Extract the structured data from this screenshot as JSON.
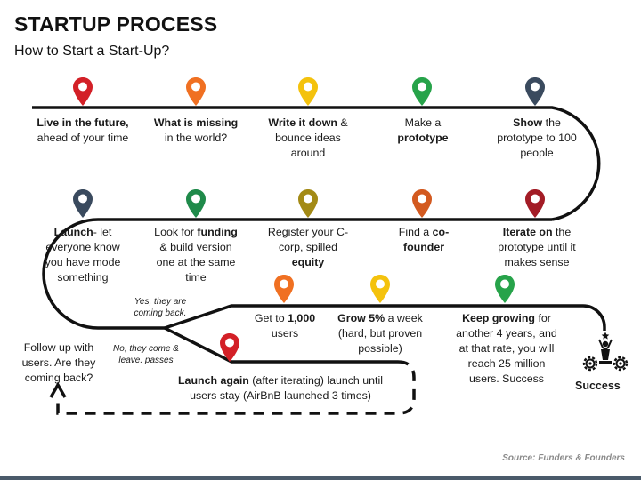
{
  "title": "STARTUP PROCESS",
  "subtitle": "How to Start a Start-Up?",
  "row1": [
    {
      "pre": "",
      "bold": "Live in the future,",
      "post": " ahead of your time",
      "color": "#d32027"
    },
    {
      "pre": "",
      "bold": "What is missing",
      "post": " in the world?",
      "color": "#f07022"
    },
    {
      "pre": "",
      "bold": "Write it down",
      "post": " & bounce ideas around",
      "color": "#f4c20d"
    },
    {
      "pre": "Make a ",
      "bold": "prototype",
      "post": "",
      "color": "#27a34a"
    },
    {
      "pre": "",
      "bold": "Show",
      "post": " the prototype to 100 people",
      "color": "#3a4a5e"
    }
  ],
  "row2": [
    {
      "pre": "",
      "bold": "Launch",
      "post": "- let everyone know you have mode something",
      "color": "#3a4a5e"
    },
    {
      "pre": "Look for ",
      "bold": "funding",
      "post": " & build version one at the same time",
      "color": "#1f8a4a"
    },
    {
      "pre": "Register your C-corp, spilled ",
      "bold": "equity",
      "post": "",
      "color": "#a38a16"
    },
    {
      "pre": "Find a ",
      "bold": "co-founder",
      "post": "",
      "color": "#d35a20"
    },
    {
      "pre": "",
      "bold": "Iterate on",
      "post": " the prototype until it makes sense",
      "color": "#a31c26"
    }
  ],
  "row3": [
    {
      "pre": "Get to ",
      "bold": "1,000",
      "post": " users",
      "color": "#f07022"
    },
    {
      "pre": "",
      "bold": "Grow 5%",
      "post": " a week (hard, but proven possible)",
      "color": "#f4c20d"
    },
    {
      "pre": "",
      "bold": "Keep growing",
      "post": " for another 4 years, and at that rate, you will reach 25 million users. Success",
      "color": "#27a34a"
    }
  ],
  "launch_again": {
    "bold": "Launch again",
    "post": " (after iterating) launch until users stay (AirBnB launched 3 times)",
    "color": "#d32027"
  },
  "follow_up": "Follow up with users. Are they coming back?",
  "note_yes": "Yes, they are coming back.",
  "note_no": "No, they come & leave. passes",
  "success": "Success",
  "source": "Source: Funders & Founders"
}
